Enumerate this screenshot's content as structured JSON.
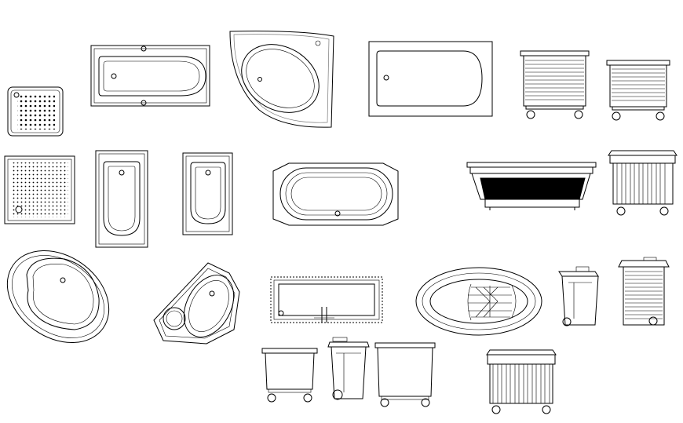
{
  "canvas": {
    "background": "#ffffff",
    "line_color": "#000000"
  },
  "symbols": [
    {
      "id": "shower-tray-small-square",
      "kind": "shower tray"
    },
    {
      "id": "bathtub-rect-horizontal",
      "kind": "bathtub"
    },
    {
      "id": "bathtub-corner-quarter",
      "kind": "corner bathtub"
    },
    {
      "id": "bathtub-rect-simple",
      "kind": "bathtub"
    },
    {
      "id": "waste-container-slatted-1",
      "kind": "waste container"
    },
    {
      "id": "waste-container-slatted-2",
      "kind": "waste container"
    },
    {
      "id": "shower-tray-large-square",
      "kind": "shower tray"
    },
    {
      "id": "bathtub-vertical-1",
      "kind": "bathtub"
    },
    {
      "id": "bathtub-vertical-2",
      "kind": "bathtub"
    },
    {
      "id": "bathtub-oval-horizontal",
      "kind": "bathtub"
    },
    {
      "id": "waste-container-side-view",
      "kind": "waste container"
    },
    {
      "id": "waste-container-ribbed-1",
      "kind": "waste container"
    },
    {
      "id": "bathtub-oval-tilted",
      "kind": "bathtub"
    },
    {
      "id": "bathtub-corner-octagonal",
      "kind": "corner bathtub"
    },
    {
      "id": "bathtub-rect-dotted",
      "kind": "bathtub"
    },
    {
      "id": "bathtub-oval-freestanding",
      "kind": "bathtub"
    },
    {
      "id": "wheelie-bin-1",
      "kind": "wheelie bin"
    },
    {
      "id": "wheelie-bin-ribbed",
      "kind": "wheelie bin"
    },
    {
      "id": "waste-container-small-1",
      "kind": "waste container"
    },
    {
      "id": "wheelie-bin-2",
      "kind": "wheelie bin"
    },
    {
      "id": "waste-container-small-2",
      "kind": "waste container"
    },
    {
      "id": "waste-container-ribbed-2",
      "kind": "waste container"
    }
  ]
}
